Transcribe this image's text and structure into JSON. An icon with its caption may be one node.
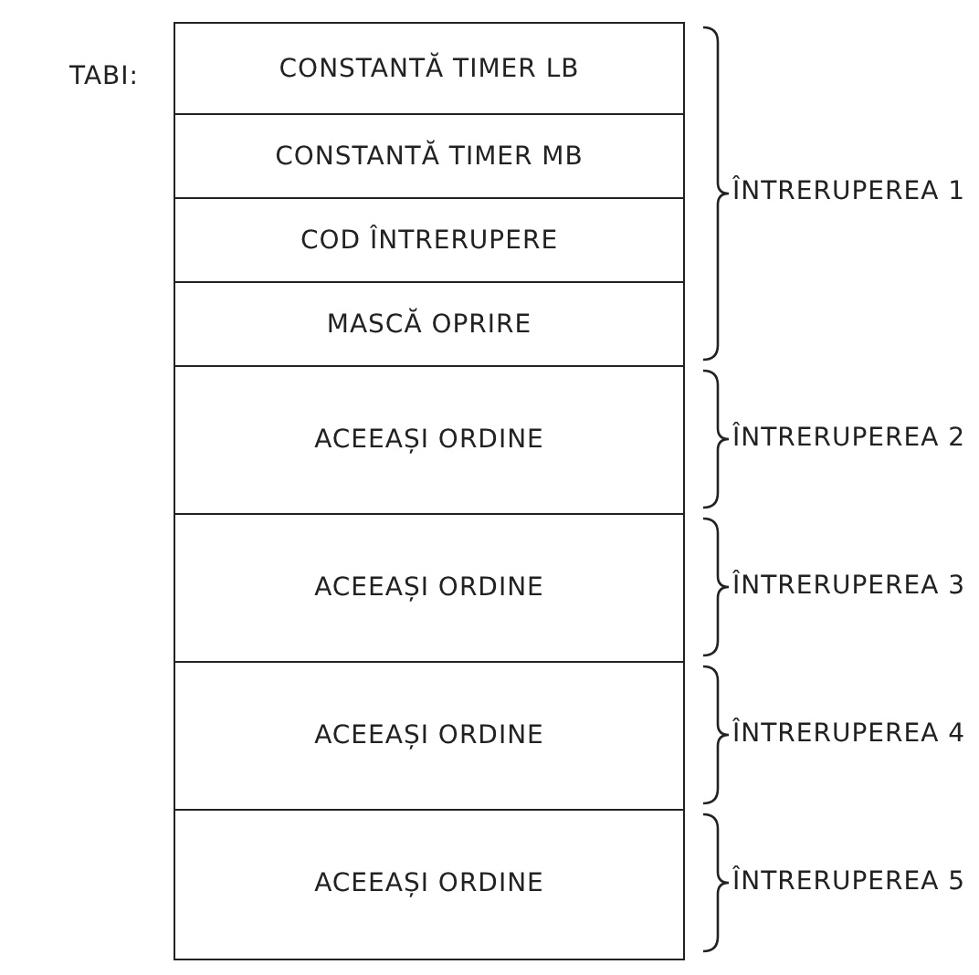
{
  "diagram": {
    "nodes": [
      {
        "text": [
          "CONSTANTĂ TIMER LB"
        ]
      },
      {
        "text": [
          "CONSTANTĂ TIMER MB"
        ]
      },
      {
        "text": [
          "COD ÎNTRERUPERE"
        ]
      },
      {
        "text": [
          "MASCĂ OPRIRE"
        ]
      },
      {
        "text": [
          "ACEEAȘI ORDINE"
        ]
      },
      {
        "text": [
          "ACEEAȘI ORDINE"
        ]
      },
      {
        "text": [
          "ACEEAȘI ORDINE"
        ]
      },
      {
        "text": [
          "ACEEAȘI ORDINE"
        ]
      }
    ],
    "labels": [
      "TABI:",
      "ÎNTRERUPEREA 1",
      "ÎNTRERUPEREA 2",
      "ÎNTRERUPEREA 3",
      "ÎNTRERUPEREA 4",
      "ÎNTRERUPEREA 5"
    ]
  }
}
